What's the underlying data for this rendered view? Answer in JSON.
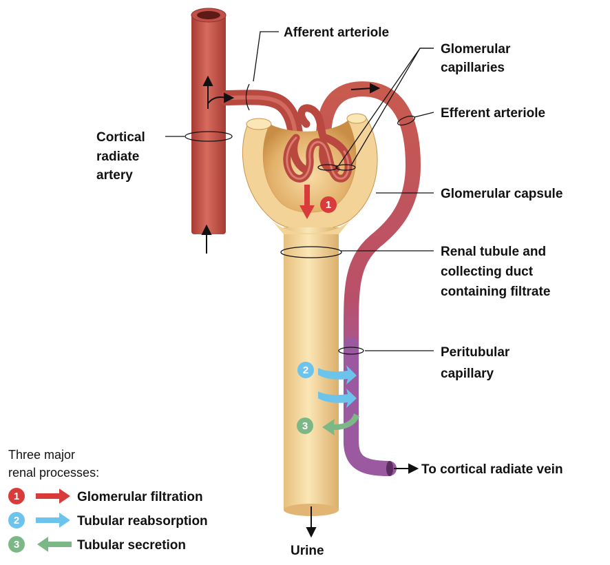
{
  "labels": {
    "afferent_arteriole": "Afferent arteriole",
    "glomerular_capillaries": [
      "Glomerular",
      "capillaries"
    ],
    "efferent_arteriole": "Efferent arteriole",
    "cortical_radiate_artery": [
      "Cortical",
      "radiate",
      "artery"
    ],
    "glomerular_capsule": "Glomerular capsule",
    "renal_tubule": [
      "Renal tubule and",
      "collecting duct",
      "containing filtrate"
    ],
    "peritubular_capillary": [
      "Peritubular",
      "capillary"
    ],
    "to_vein": "To cortical radiate vein",
    "urine": "Urine"
  },
  "legend": {
    "title": [
      "Three major",
      "renal processes:"
    ],
    "items": [
      {
        "num": "1",
        "label": "Glomerular filtration",
        "color": "#d93a3a"
      },
      {
        "num": "2",
        "label": "Tubular reabsorption",
        "color": "#6cc4ec"
      },
      {
        "num": "3",
        "label": "Tubular secretion",
        "color": "#7cb886"
      }
    ]
  },
  "badges": [
    {
      "num": "1",
      "color": "#d93a3a"
    },
    {
      "num": "2",
      "color": "#6cc4ec"
    },
    {
      "num": "3",
      "color": "#7cb886"
    }
  ],
  "colors": {
    "artery": "#c2504a",
    "artery_light": "#e08070",
    "vein": "#9b5aa0",
    "tubule": "#e8c78a",
    "capsule_inner": "#d9a35a"
  }
}
